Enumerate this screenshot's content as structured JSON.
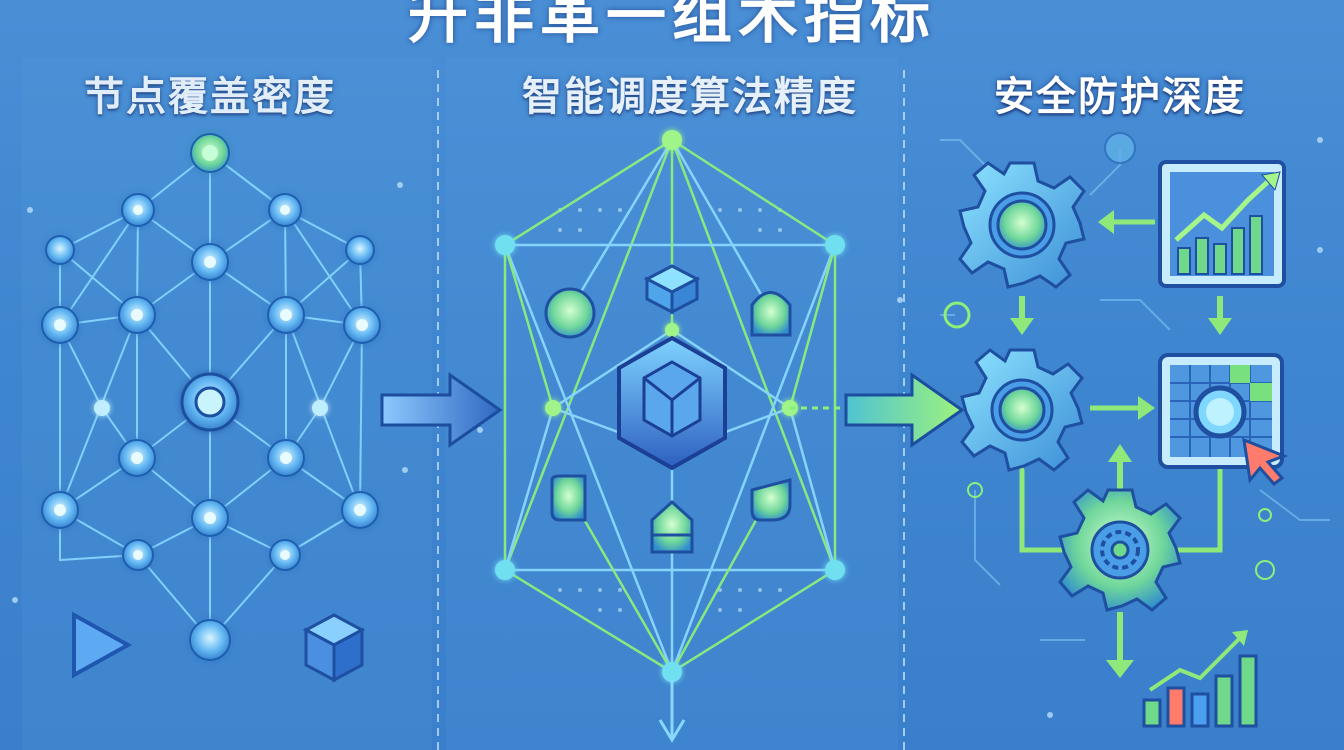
{
  "header": {
    "title": "升非革一组术指标"
  },
  "panels": [
    {
      "title": "节点覆盖密度"
    },
    {
      "title": "智能调度算法精度"
    },
    {
      "title": "安全防护深度"
    }
  ],
  "colors": {
    "background": "#4389d3",
    "line_blue": "#8ad8ff",
    "line_green": "#8cef7a",
    "node_fill": "#5fb1f0",
    "node_core": "#dff7ff",
    "arrow_green": "#8fe97a"
  },
  "icons": [
    "play-triangle-icon",
    "cube-icon",
    "hexagon-cube-icon",
    "gear-icon",
    "trend-chart-icon",
    "grid-search-icon",
    "cursor-icon",
    "bar-chart-icon"
  ]
}
